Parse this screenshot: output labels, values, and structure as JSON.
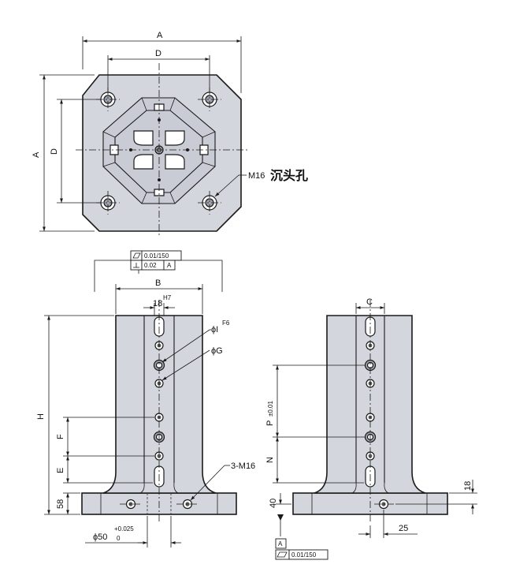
{
  "top_view": {
    "dim_outer": "A",
    "dim_outer_side": "A",
    "dim_inner": "D",
    "dim_inner_side": "D",
    "counterbore_size": "M16",
    "counterbore_note": "沉头孔"
  },
  "front_view": {
    "dim_width": "B",
    "slot_width": "18",
    "slot_tol": "H7",
    "dim_i": "ϕI",
    "dim_i_tol": "F6",
    "dim_g": "ϕG",
    "dim_height": "H",
    "dim_f": "F",
    "dim_e": "E",
    "dim_base": "58",
    "thread_note": "3-M16",
    "bore_dia": "ϕ50",
    "bore_tol_upper": "+0.025",
    "bore_tol_lower": "0",
    "fcf_parallel": "0.01/150",
    "fcf_perp": "0.02",
    "fcf_perp_datum": "A"
  },
  "side_view": {
    "dim_c": "C",
    "dim_p": "P",
    "dim_p_tol": "±0.01",
    "dim_n": "N",
    "dim_40": "40",
    "dim_18": "18",
    "dim_25": "25",
    "datum_label": "A",
    "fcf_flatness": "0.01/150"
  }
}
